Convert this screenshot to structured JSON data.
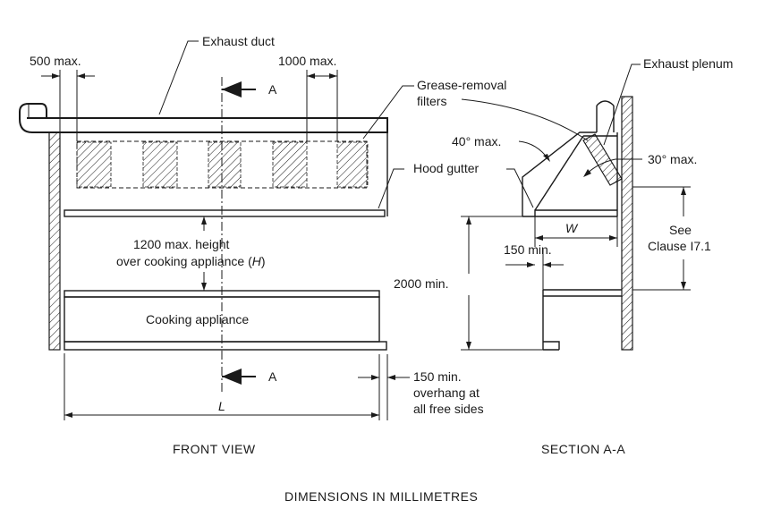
{
  "labels": {
    "exhaust_duct": "Exhaust duct",
    "max_500": "500 max.",
    "max_1000": "1000 max.",
    "grease_filters_l1": "Grease-removal",
    "grease_filters_l2": "filters",
    "exhaust_plenum": "Exhaust plenum",
    "section_a_top": "A",
    "section_a_bottom": "A",
    "angle_40": "40° max.",
    "angle_30": "30° max.",
    "hood_gutter": "Hood gutter",
    "width_w": "W",
    "see_clause_l1": "See",
    "see_clause_l2": "Clause I7.1",
    "height_l1": "1200 max. height",
    "height_l2_prefix": "over cooking appliance (",
    "height_l2_var": "H",
    "height_l2_suffix": ")",
    "min_150_side": "150 min.",
    "min_2000": "2000 min.",
    "cooking_appliance": "Cooking appliance",
    "overhang_l1": "150 min.",
    "overhang_l2": "overhang at",
    "overhang_l3": "all free sides",
    "length_l": "L"
  },
  "captions": {
    "front_view": "FRONT VIEW",
    "section": "SECTION A-A",
    "units": "DIMENSIONS IN MILLIMETRES"
  }
}
